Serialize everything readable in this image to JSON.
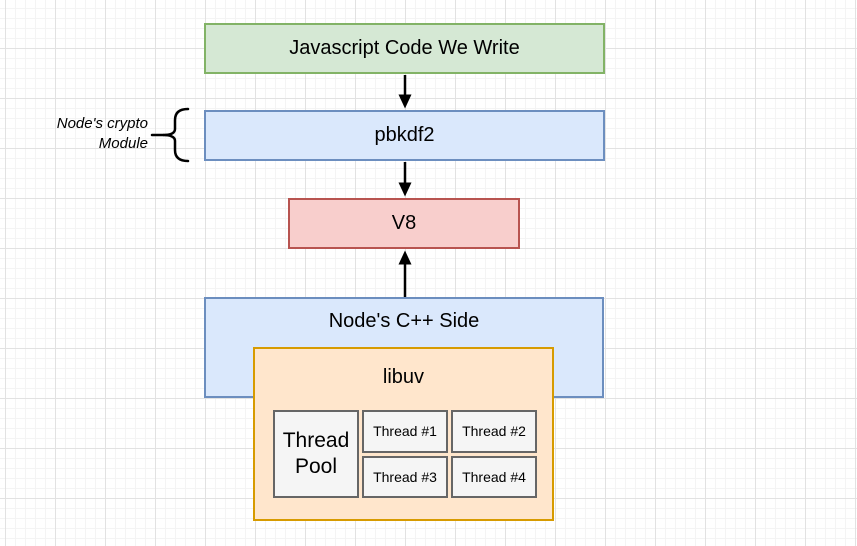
{
  "nodes": {
    "js_code": {
      "label": "Javascript Code We Write",
      "fill": "#d5e8d4",
      "border": "#82b366"
    },
    "pbkdf2": {
      "label": "pbkdf2",
      "fill": "#dae8fc",
      "border": "#6c8ebf"
    },
    "v8": {
      "label": "V8",
      "fill": "#f8cecc",
      "border": "#b85450"
    },
    "cpp_side": {
      "label": "Node's C++ Side",
      "fill": "#dae8fc",
      "border": "#6c8ebf"
    },
    "libuv": {
      "label": "libuv",
      "fill": "#ffe6cc",
      "border": "#d79b00"
    }
  },
  "annotation": {
    "line1": "Node's crypto",
    "line2": "Module"
  },
  "thread_pool": {
    "pool_label": "Thread Pool",
    "threads": [
      "Thread #1",
      "Thread #2",
      "Thread #3",
      "Thread #4"
    ],
    "cell_fill": "#f5f5f5",
    "cell_border": "#666666"
  },
  "arrows": {
    "color": "#000000"
  }
}
